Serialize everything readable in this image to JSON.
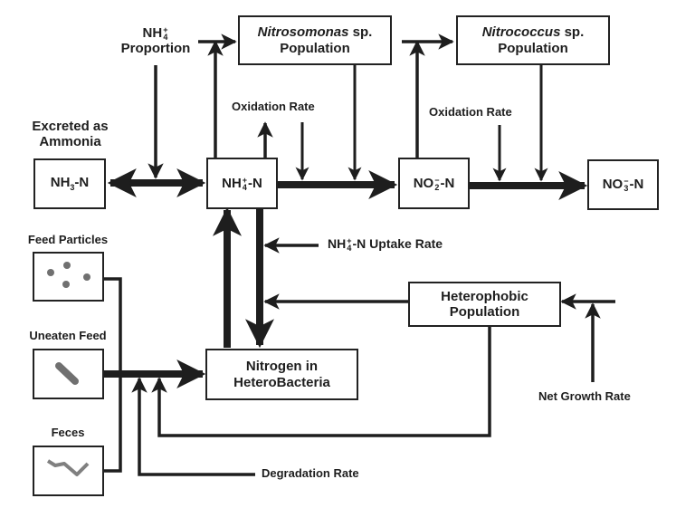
{
  "diagram": {
    "type": "nitrogen-cycle-flow-diagram",
    "colors": {
      "line": "#1e1e1e",
      "icon_gray": "#707070",
      "background": "#ffffff"
    },
    "nodes": {
      "nh3": {
        "base": "NH",
        "sub": "3",
        "suffix": "-N"
      },
      "nh4": {
        "base": "NH",
        "sup": "+",
        "sub": "4",
        "suffix": "-N"
      },
      "no2": {
        "base": "NO",
        "sup": "−",
        "sub": "2",
        "suffix": "-N"
      },
      "no3": {
        "base": "NO",
        "sup": "−",
        "sub": "3",
        "suffix": "-N"
      },
      "nitrosomonas": {
        "italic": "Nitrosomonas",
        "rest": " sp.",
        "line2": "Population"
      },
      "nitrococcus": {
        "italic": "Nitrococcus",
        "rest": " sp.",
        "line2": "Population"
      },
      "heterophobic": {
        "line1": "Heterophobic",
        "line2": "Population"
      },
      "nitrogen_hetero": {
        "line1": "Nitrogen in",
        "line2": "HeteroBacteria"
      },
      "feed_particles": {
        "label": "Feed Particles",
        "icon": "dots-icon"
      },
      "uneaten_feed": {
        "label": "Uneaten Feed",
        "icon": "pellet-icon"
      },
      "feces": {
        "label": "Feces",
        "icon": "squiggle-icon"
      }
    },
    "labels": {
      "excreted": {
        "line1": "Excreted as",
        "line2": "Ammonia"
      },
      "nh4_proportion": {
        "base": "NH",
        "sup": "+",
        "sub": "4",
        "line2": "Proportion"
      },
      "oxidation_rate_1": "Oxidation Rate",
      "oxidation_rate_2": "Oxidation Rate",
      "uptake_rate": {
        "base": "NH",
        "sup": "+",
        "sub": "4",
        "suffix": "-N Uptake Rate"
      },
      "net_growth_rate": "Net Growth Rate",
      "degradation_rate": "Degradation Rate"
    },
    "flows": [
      {
        "from": "NH3-N",
        "to": "NH4+-N",
        "kind": "bidirectional-flow"
      },
      {
        "from": "NH4+-N",
        "to": "NO2--N",
        "kind": "flow"
      },
      {
        "from": "NO2--N",
        "to": "NO3--N",
        "kind": "flow"
      },
      {
        "from": "Nitrogen in HeteroBacteria",
        "to": "NH4+-N",
        "kind": "flow"
      },
      {
        "from": "NH4+-N",
        "to": "Nitrogen in HeteroBacteria",
        "kind": "flow"
      },
      {
        "from": "Feed sources",
        "to": "Nitrogen in HeteroBacteria",
        "kind": "flow"
      }
    ]
  }
}
